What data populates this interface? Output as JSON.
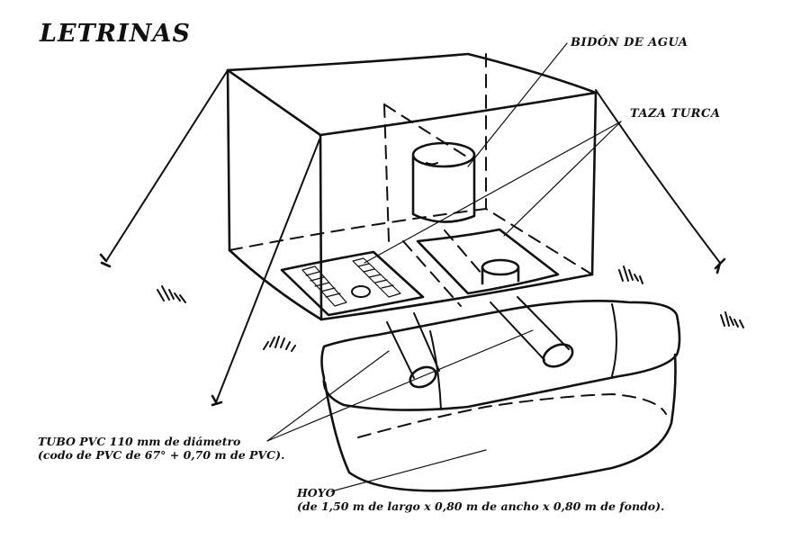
{
  "title": "LETRINAS",
  "labels": {
    "water_drum": "BIDÓN DE AGUA",
    "squat_toilet": "TAZA TURCA",
    "pipe_line1": "TUBO PVC 110 mm de diámetro",
    "pipe_line2": "(codo de PVC de 67° + 0,70 m de PVC).",
    "pit_line1": "HOYO",
    "pit_line2": "(de 1,50 m de largo x 0,80 m de ancho x 0,80 m de fondo)."
  },
  "colors": {
    "ink": "#111111",
    "background": "#ffffff"
  }
}
